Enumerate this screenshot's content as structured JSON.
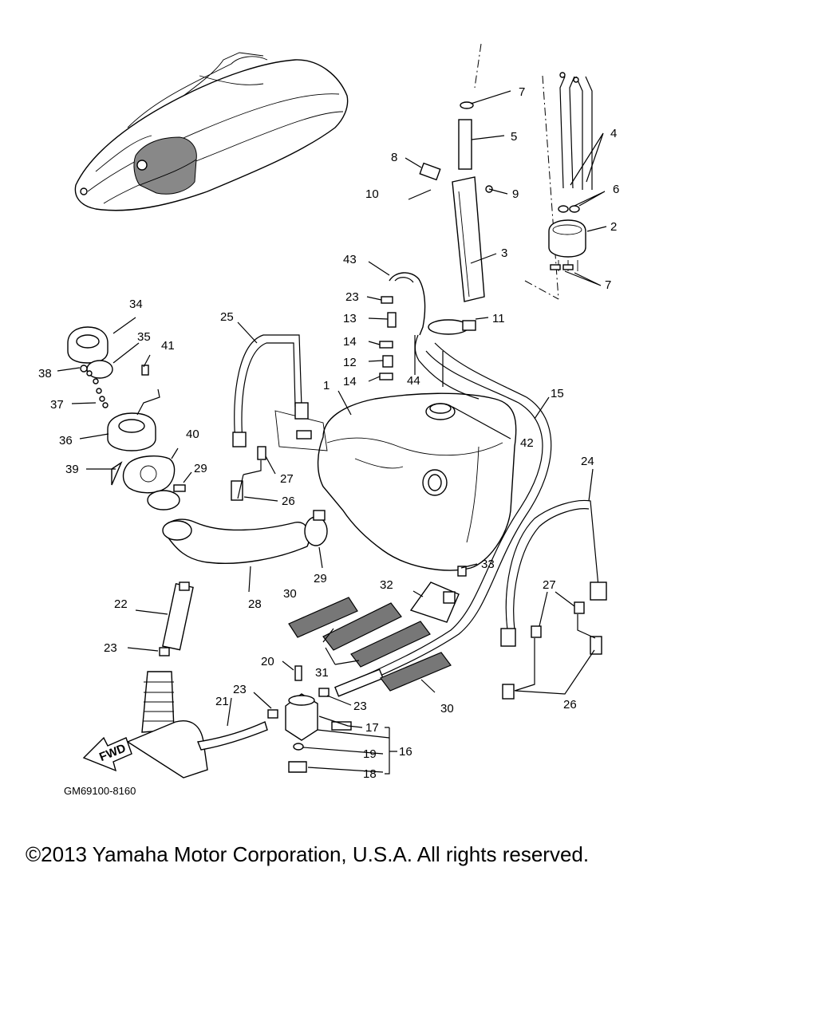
{
  "diagram": {
    "code": "GM69100-8160",
    "fwd_label": "FWD",
    "callouts": [
      "1",
      "2",
      "3",
      "4",
      "5",
      "6",
      "7",
      "7",
      "8",
      "9",
      "10",
      "11",
      "12",
      "13",
      "14",
      "14",
      "15",
      "16",
      "17",
      "18",
      "19",
      "20",
      "21",
      "22",
      "23",
      "23",
      "23",
      "23",
      "24",
      "25",
      "26",
      "26",
      "27",
      "27",
      "28",
      "29",
      "29",
      "30",
      "30",
      "31",
      "32",
      "33",
      "34",
      "35",
      "36",
      "37",
      "38",
      "39",
      "40",
      "41",
      "42",
      "43",
      "44"
    ]
  },
  "copyright": "©2013 Yamaha Motor Corporation, U.S.A. All rights reserved."
}
